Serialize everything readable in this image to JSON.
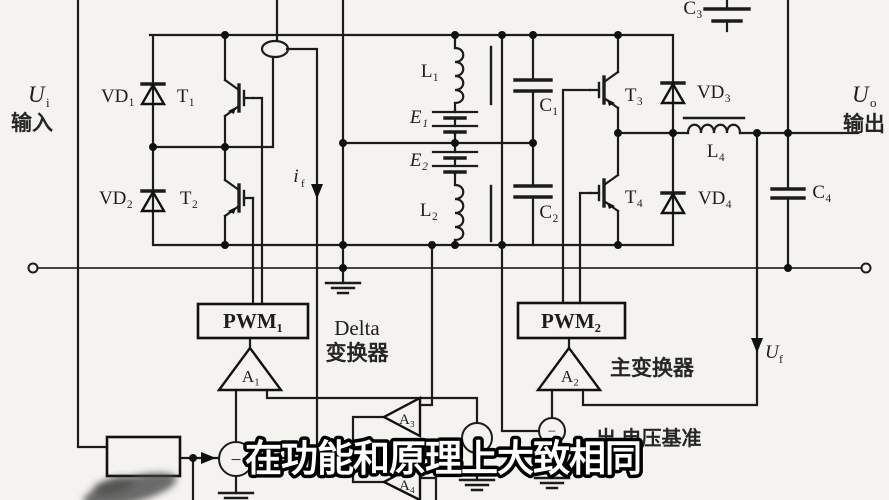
{
  "subtitle": "在功能和原理上大致相同",
  "io": {
    "input_u": "U",
    "input_sub": "i",
    "input_cn": "输入",
    "output_u": "U",
    "output_sub": "o",
    "output_cn": "输出"
  },
  "components": {
    "vd1": "VD₁",
    "t1": "T₁",
    "vd2": "VD₂",
    "t2": "T₂",
    "l1": "L₁",
    "e1": "E₁",
    "e2": "E₂",
    "l2": "L₂",
    "c1": "C₁",
    "c2": "C₂",
    "c3": "C₃",
    "c4": "C₄",
    "t3": "T₃",
    "vd3": "VD₃",
    "t4": "T₄",
    "vd4": "VD₄",
    "l4": "L₄"
  },
  "blocks": {
    "pwm1": "PWM₁",
    "pwm2": "PWM₂",
    "a1": "A₁",
    "a2": "A₂",
    "a3": "A₃",
    "a4": "A₄",
    "sum_minus": "−"
  },
  "annotations": {
    "delta_en": "Delta",
    "delta_cn": "变换器",
    "main_converter": "主变换器",
    "voltage_ref": "出 电压基准",
    "if_i": "i",
    "if_sub": "f",
    "uf_u": "U",
    "uf_sub": "f"
  },
  "colors": {
    "wire": "#1c1c1c",
    "paper": "#f4f3ef",
    "subtitle_fill": "#ffffff",
    "subtitle_stroke": "#000000"
  }
}
